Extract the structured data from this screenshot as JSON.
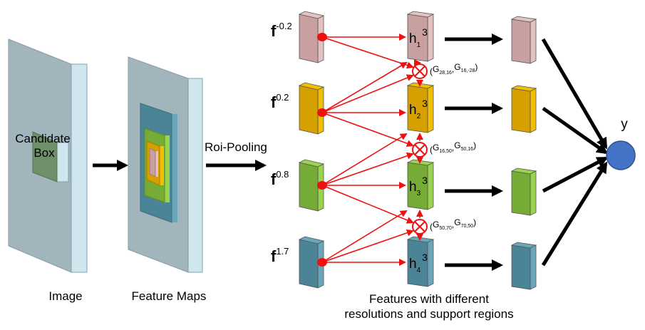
{
  "labels": {
    "candidate_box_line1": "Candidate",
    "candidate_box_line2": "Box",
    "image": "Image",
    "feature_maps": "Feature Maps",
    "roi_pooling": "Roi-Pooling",
    "features_line1": "Features with different",
    "features_line2": "resolutions and support regions",
    "output": "y"
  },
  "resolutions": [
    {
      "base": "f",
      "exp": "-0.2",
      "h": "h",
      "h_sub": "1",
      "h_sup": "3",
      "color": "#c9a0a0",
      "side": "#e4c2c2"
    },
    {
      "base": "f",
      "exp": "0.2",
      "h": "h",
      "h_sub": "2",
      "h_sup": "3",
      "color": "#d6a000",
      "side": "#f0c000"
    },
    {
      "base": "f",
      "exp": "0.8",
      "h": "h",
      "h_sub": "3",
      "h_sup": "3",
      "color": "#76ab35",
      "side": "#98d44e"
    },
    {
      "base": "f",
      "exp": "1.7",
      "h": "h",
      "h_sub": "4",
      "h_sup": "3",
      "color": "#4a8496",
      "side": "#6aa6ba"
    }
  ],
  "gates": [
    {
      "g1": "G",
      "g1_sub": "28,16",
      "g2": "G",
      "g2_sub": "16,-28"
    },
    {
      "g1": "G",
      "g1_sub": "16,50",
      "g2": "G",
      "g2_sub": "50,16"
    },
    {
      "g1": "G",
      "g1_sub": "50,70",
      "g2": "G",
      "g2_sub": "70,50"
    }
  ],
  "colors": {
    "red": "#ee1111",
    "output_node": "#4472c4",
    "panel_front": "#a3b5bc",
    "panel_side": "#cfe6ee",
    "candidate_box": "#6f8f6a"
  }
}
